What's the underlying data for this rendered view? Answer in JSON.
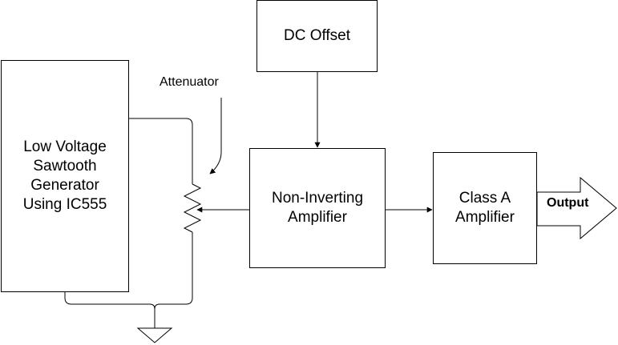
{
  "blocks": {
    "generator": "Low Voltage\nSawtooth\nGenerator\nUsing IC555",
    "dc_offset": "DC Offset",
    "non_inverting": "Non-Inverting\nAmplifier",
    "class_a": "Class A\nAmplifier"
  },
  "labels": {
    "attenuator": "Attenuator",
    "output": "Output"
  }
}
